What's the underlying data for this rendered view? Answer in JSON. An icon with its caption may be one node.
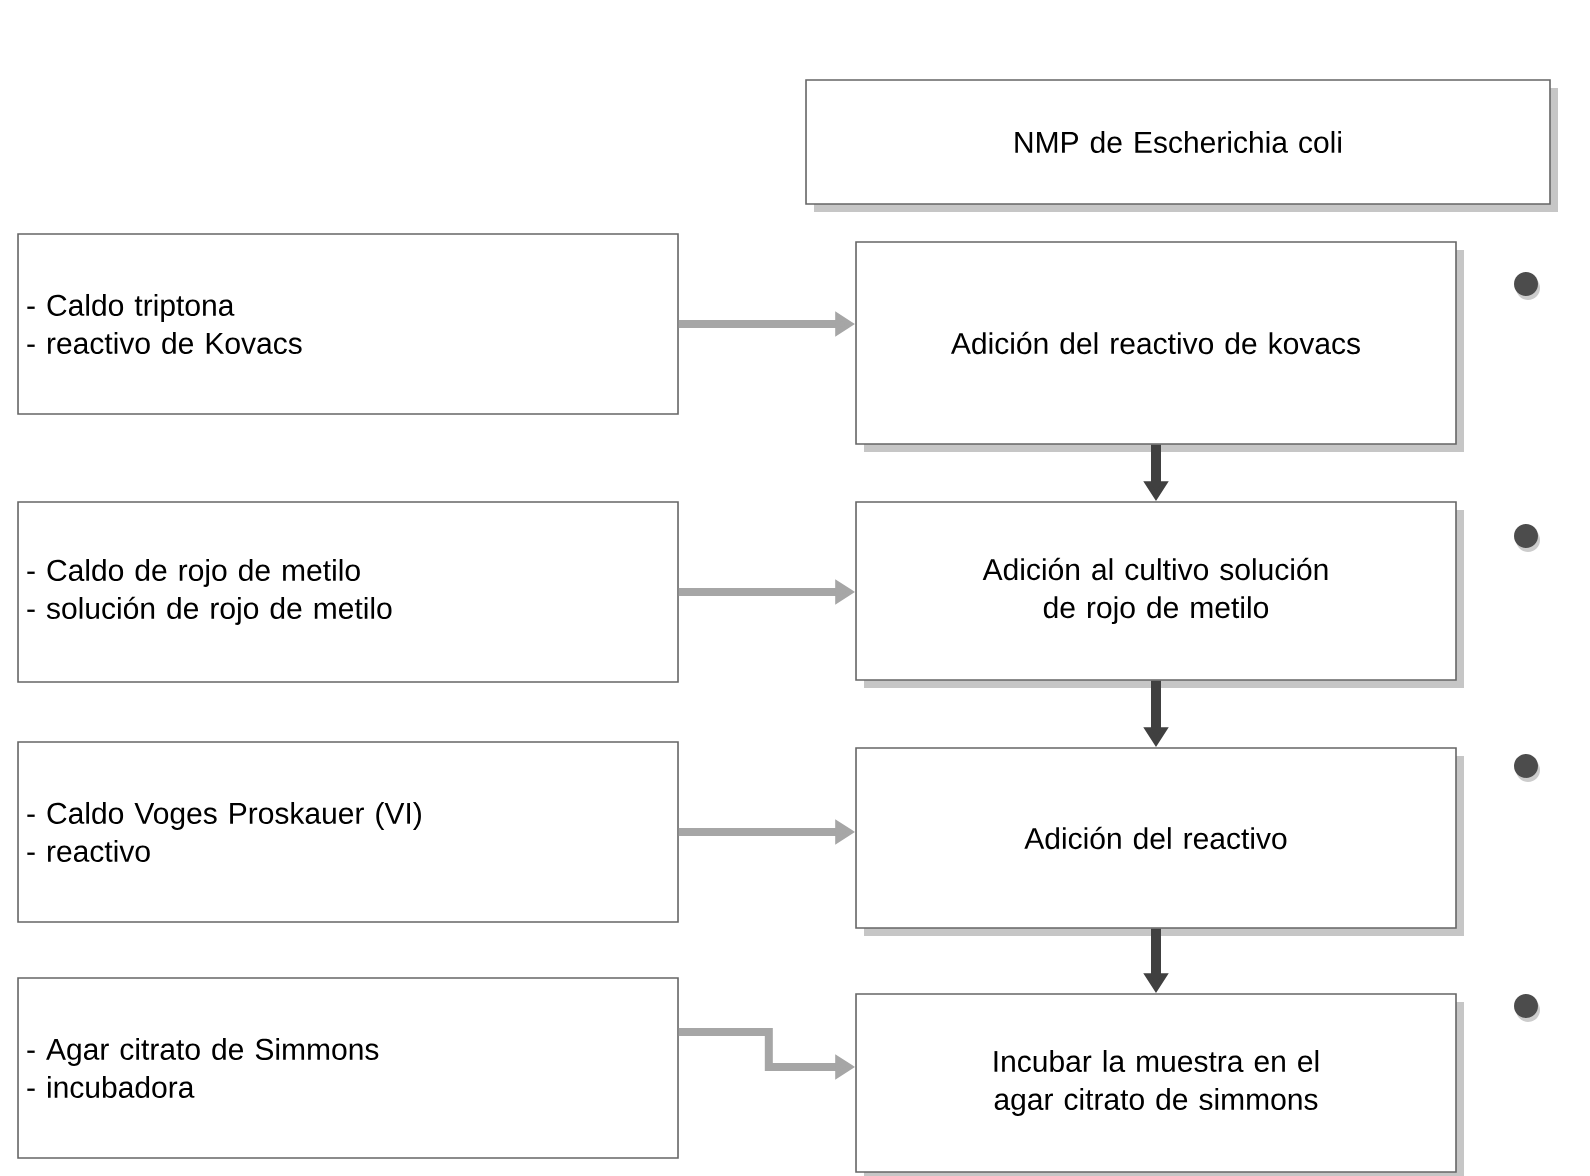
{
  "diagram": {
    "nodes": [
      {
        "text": [
          "NMP de Escherichia coli"
        ]
      },
      {
        "text": [
          "- Caldo triptona",
          "- reactivo de Kovacs"
        ]
      },
      {
        "text": [
          "Adición del reactivo de kovacs"
        ]
      },
      {
        "text": [
          "- Caldo de rojo de metilo",
          "- solución de rojo de metilo"
        ]
      },
      {
        "text": [
          "Adición al cultivo solución de rojo de metilo"
        ]
      },
      {
        "text": [
          "- Caldo Voges Proskauer (VI)",
          "- reactivo"
        ]
      },
      {
        "text": [
          "Adición del reactivo"
        ]
      },
      {
        "text": [
          "- Agar citrato de Simmons",
          "- incubadora"
        ]
      },
      {
        "text": [
          "Incubar la muestra en el agar citrato de simmons"
        ]
      }
    ],
    "edges": [
      {
        "from": 1,
        "to": 2,
        "arrow": "to",
        "color": "#a6a6a6"
      },
      {
        "from": 2,
        "to": 4,
        "arrow": "to",
        "color": "#404040"
      },
      {
        "from": 3,
        "to": 4,
        "arrow": "to",
        "color": "#a6a6a6"
      },
      {
        "from": 4,
        "to": 6,
        "arrow": "to",
        "color": "#404040"
      },
      {
        "from": 5,
        "to": 6,
        "arrow": "to",
        "color": "#a6a6a6"
      },
      {
        "from": 6,
        "to": 8,
        "arrow": "to",
        "color": "#404040"
      },
      {
        "from": 7,
        "to": 8,
        "arrow": "to",
        "color": "#a6a6a6"
      }
    ]
  }
}
